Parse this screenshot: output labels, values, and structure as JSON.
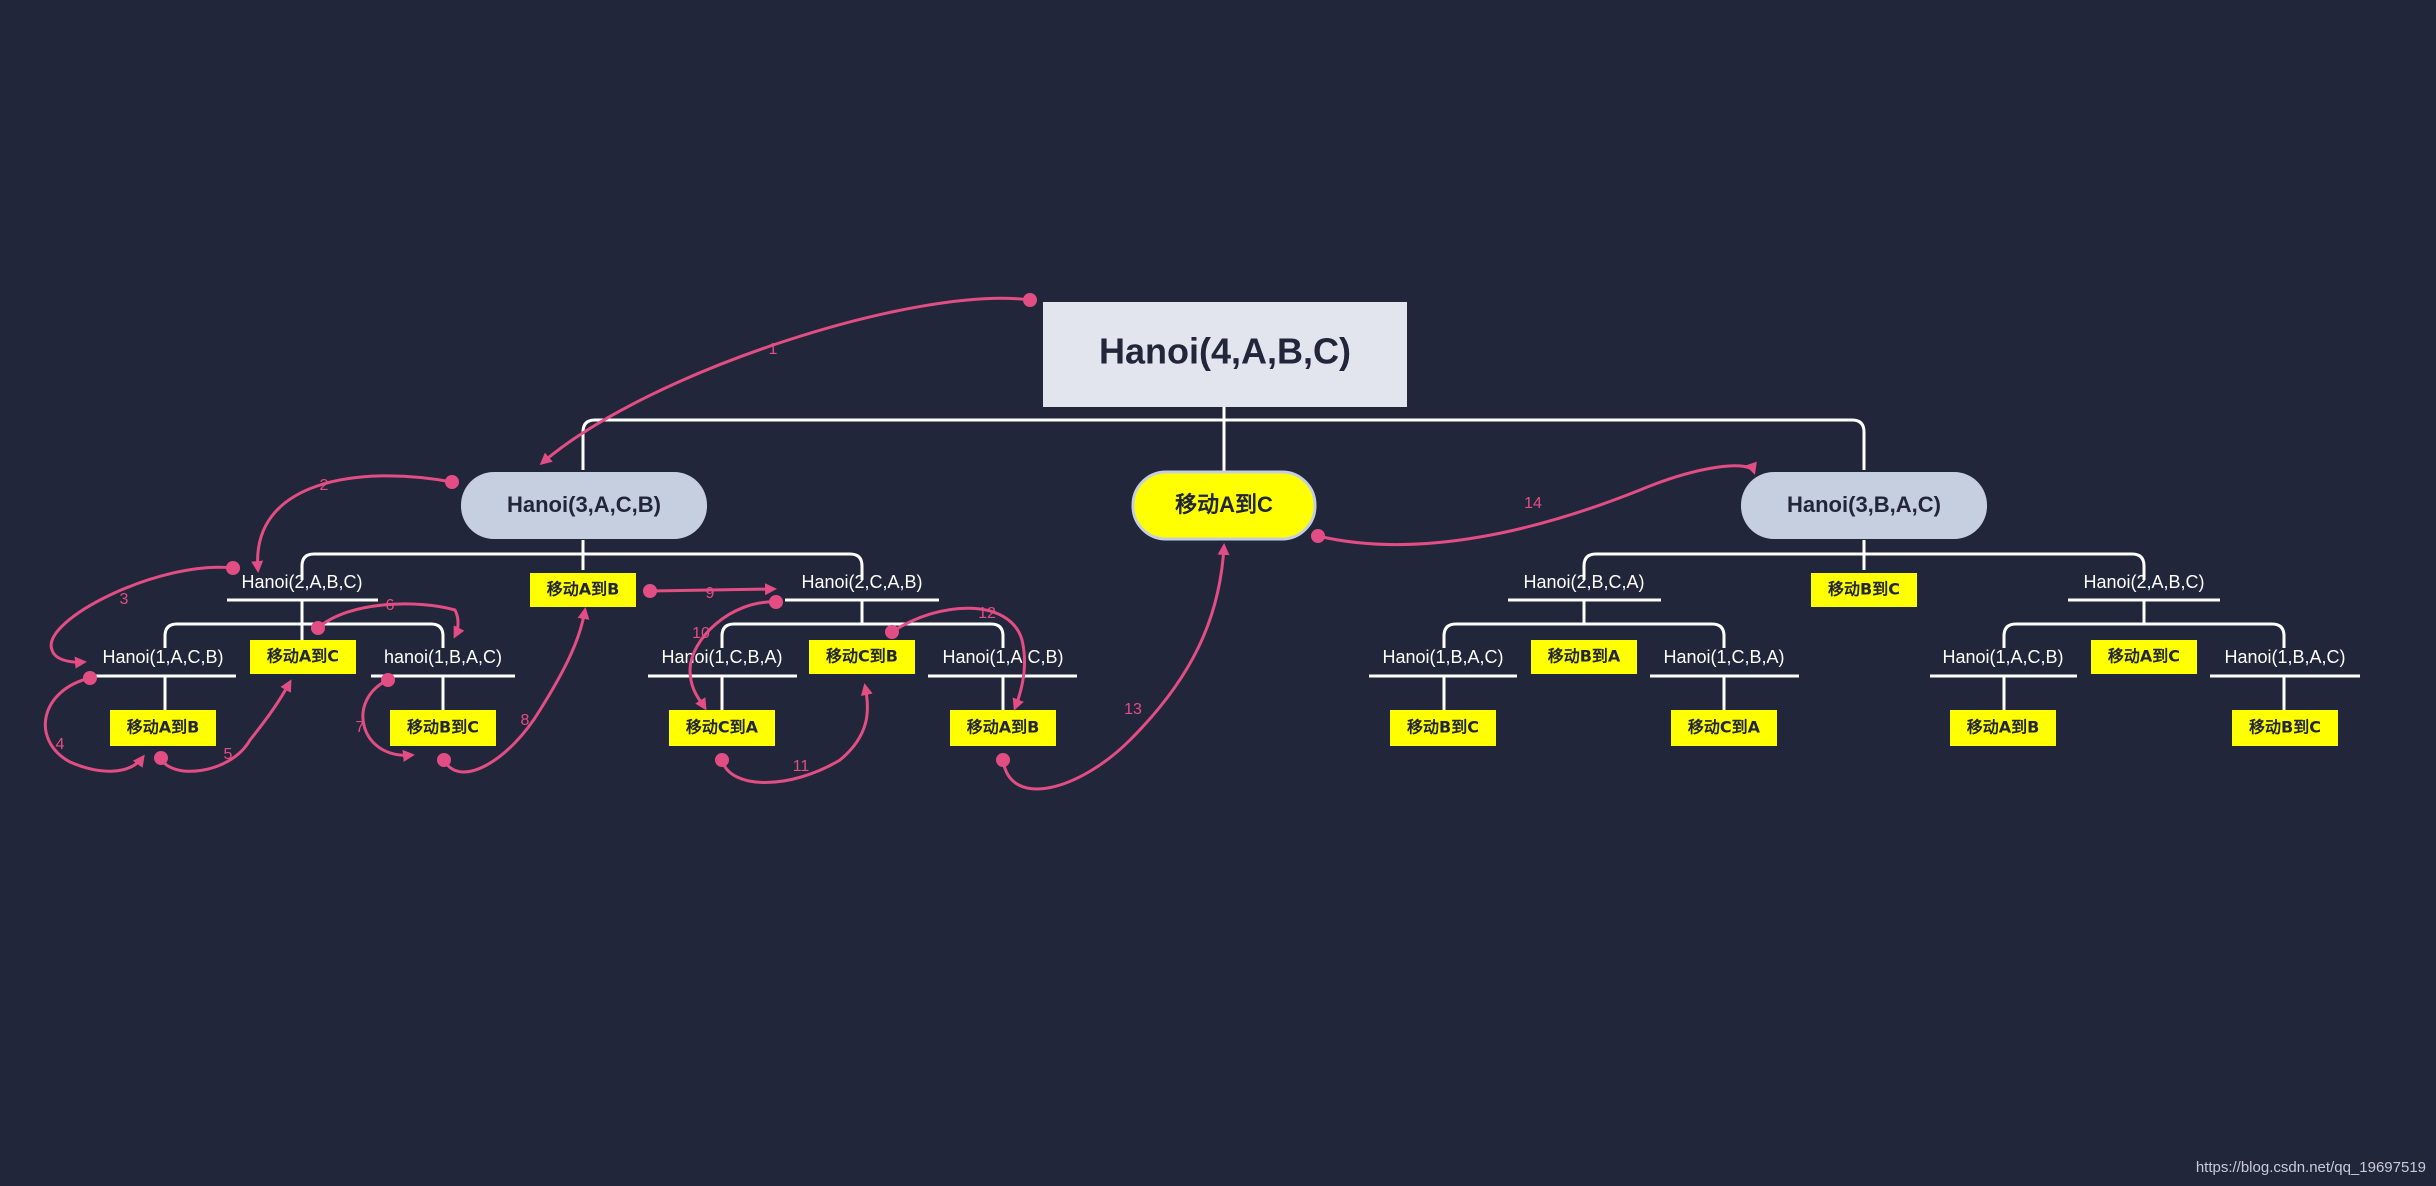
{
  "root": {
    "label": "Hanoi(4,A,B,C)"
  },
  "level1": [
    {
      "label": "Hanoi(3,A,C,B)"
    },
    {
      "label": "移动A到C"
    },
    {
      "label": "Hanoi(3,B,A,C)"
    }
  ],
  "left": {
    "calls": [
      "Hanoi(2,A,B,C)",
      "Hanoi(2,C,A,B)"
    ],
    "move": "移动A到B",
    "g1": {
      "calls": [
        "Hanoi(1,A,C,B)",
        "hanoi(1,B,A,C)"
      ],
      "move": "移动A到C",
      "leaves": [
        "移动A到B",
        "移动B到C"
      ]
    },
    "g2": {
      "calls": [
        "Hanoi(1,C,B,A)",
        "Hanoi(1,A,C,B)"
      ],
      "move": "移动C到B",
      "leaves": [
        "移动C到A",
        "移动A到B"
      ]
    }
  },
  "right": {
    "calls": [
      "Hanoi(2,B,C,A)",
      "Hanoi(2,A,B,C)"
    ],
    "move": "移动B到C",
    "g1": {
      "calls": [
        "Hanoi(1,B,A,C)",
        "Hanoi(1,C,B,A)"
      ],
      "move": "移动B到A",
      "leaves": [
        "移动B到C",
        "移动C到A"
      ]
    },
    "g2": {
      "calls": [
        "Hanoi(1,A,C,B)",
        "Hanoi(1,B,A,C)"
      ],
      "move": "移动A到C",
      "leaves": [
        "移动A到B",
        "移动B到C"
      ]
    }
  },
  "sequence": [
    "1",
    "2",
    "3",
    "4",
    "5",
    "6",
    "7",
    "8",
    "9",
    "10",
    "11",
    "12",
    "13",
    "14"
  ],
  "colors": {
    "background": "#22263a",
    "root_fill": "#e2e5ee",
    "pill_fill": "#c5cfe0",
    "move_fill": "#ffff00",
    "connector": "#ffffff",
    "arrow": "#e24e84"
  },
  "watermark": "https://blog.csdn.net/qq_19697519"
}
